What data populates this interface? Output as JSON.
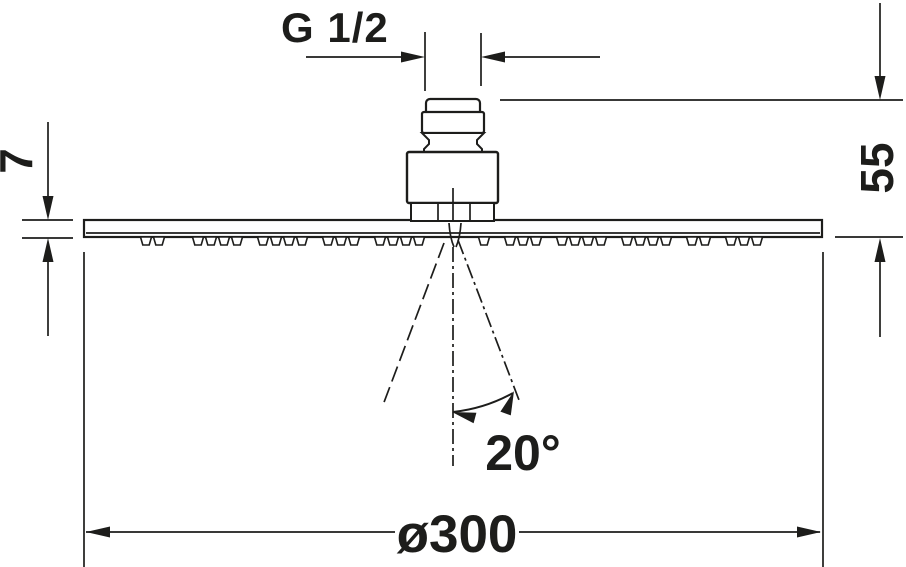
{
  "drawing": {
    "labels": {
      "thread_size": "G 1/2",
      "plate_thickness_mm": "7",
      "height_mm": "55",
      "spray_angle": "20°",
      "diameter_mm": "ø300"
    },
    "colors": {
      "line": "#1d1d1b",
      "background": "#ffffff"
    }
  }
}
